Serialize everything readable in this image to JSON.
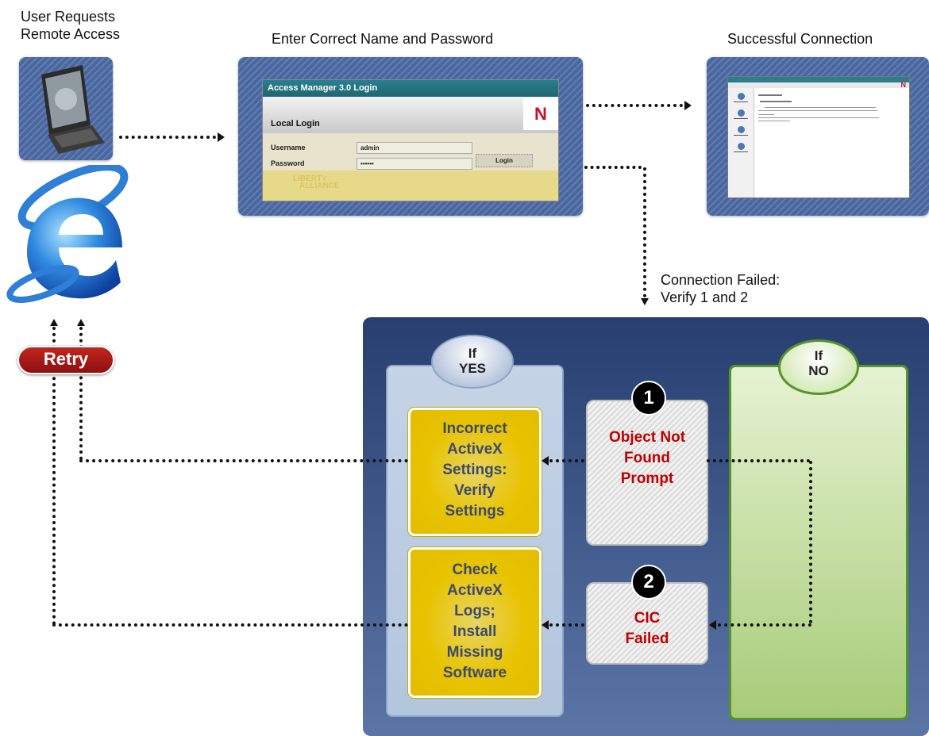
{
  "labels": {
    "user_request_line1": "User Requests",
    "user_request_line2": "Remote Access",
    "enter_credentials": "Enter Correct Name and Password",
    "successful_connection": "Successful Connection",
    "connection_failed_line1": "Connection Failed:",
    "connection_failed_line2": "Verify 1 and  2",
    "retry": "Retry"
  },
  "login_window": {
    "title": "Access Manager 3.0 Login",
    "section": "Local Login",
    "username_label": "Username",
    "username_value": "admin",
    "password_label": "Password",
    "password_value": "••••••",
    "login_button": "Login",
    "brand_letter": "N",
    "footer_line1": "LIBERTY",
    "footer_line2": "ALLIANCE"
  },
  "success_window": {
    "brand_letter": "N"
  },
  "decision": {
    "yes_line1": "If",
    "yes_line2": "YES",
    "no_line1": "If",
    "no_line2": "NO"
  },
  "checks": [
    {
      "number": "1",
      "line1": "Object Not",
      "line2": "Found",
      "line3": "Prompt"
    },
    {
      "number": "2",
      "line1": "CIC",
      "line2": "Failed"
    }
  ],
  "actions": [
    {
      "lines": [
        "Incorrect",
        "ActiveX",
        "Settings:",
        "Verify",
        "Settings"
      ]
    },
    {
      "lines": [
        "Check",
        "ActiveX",
        "Logs;",
        "Install",
        "Missing",
        "Software"
      ]
    }
  ],
  "colors": {
    "panel_blue": "#3b5585",
    "yes_column": "#c1d0e4",
    "no_column": "#b9d98f",
    "action_yellow": "#e8c300",
    "check_text_red": "#c00000",
    "retry_red": "#a81a14"
  },
  "icons": {
    "laptop": "laptop-icon",
    "browser": "internet-explorer-icon"
  }
}
